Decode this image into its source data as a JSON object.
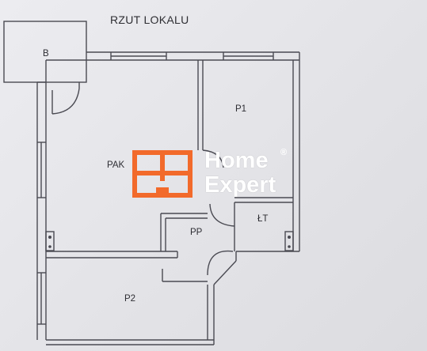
{
  "plan": {
    "title": "RZUT LOKALU",
    "rooms": [
      {
        "id": "b",
        "label": "B"
      },
      {
        "id": "pak",
        "label": "PAK"
      },
      {
        "id": "p1",
        "label": "P1"
      },
      {
        "id": "lt",
        "label": "ŁT"
      },
      {
        "id": "pp",
        "label": "PP"
      },
      {
        "id": "p2",
        "label": "P2"
      }
    ]
  },
  "watermark": {
    "logo_line1": "Home",
    "logo_line2": "Expert",
    "registered": "®",
    "brand_color": "#f26a2b",
    "text_color": "#ffffff"
  },
  "colors": {
    "paper": "#e6e6ea",
    "wall": "#4a4a52"
  }
}
